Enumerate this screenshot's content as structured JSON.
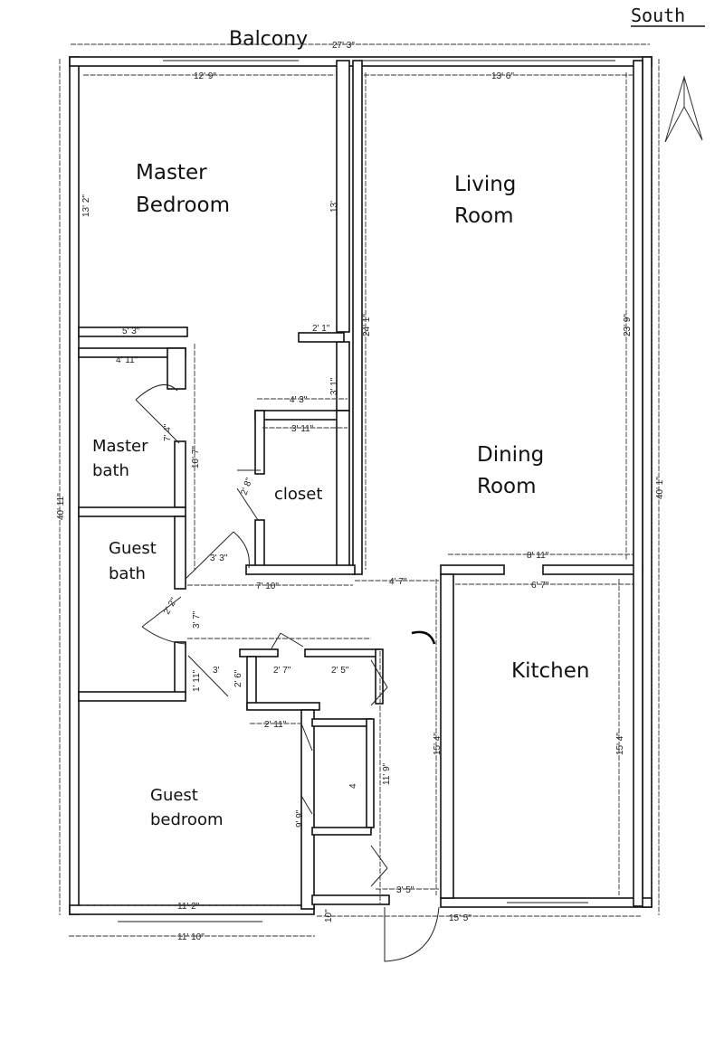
{
  "header": {
    "orientation_label": "South",
    "balcony_label": "Balcony"
  },
  "rooms": {
    "master_bedroom": [
      "Master",
      "Bedroom"
    ],
    "living_room": [
      "Living",
      "Room"
    ],
    "master_bath": [
      "Master",
      "bath"
    ],
    "guest_bath": [
      "Guest",
      "bath"
    ],
    "closet": "closet",
    "dining_room": [
      "Dining",
      "Room"
    ],
    "kitchen": "Kitchen",
    "guest_bedroom": [
      "Guest",
      "bedroom"
    ]
  },
  "dimensions": {
    "overall_width": "27' 3\"",
    "master_width": "12' 9\"",
    "living_width": "13' 6\"",
    "master_depth": "13' 2\"",
    "master_depth_right": "13'",
    "master_bottom": "5' 3\"",
    "hall_nook": "2' 1\"",
    "living_left": "24' 1\"",
    "living_right": "23' 9\"",
    "mbath_width": "4' 11\"",
    "mbath_door": "7' 4\"",
    "mbath_depth": "10' 7\"",
    "closet_gap": "3' 1\"",
    "closet_outer": "4' 3\"",
    "closet_inner": "3' 11\"",
    "closet_door": "2' 8\"",
    "hall_3_3": "3' 3\"",
    "hall_7_10": "7' 10\"",
    "hall_4_7": "4' 7\"",
    "dining_8_11": "8' 11\"",
    "kitchen_6_7": "6' 7\"",
    "overall_left": "40' 11\"",
    "overall_right": "40' 1\"",
    "gbath_door": "2' 2\"",
    "hall_3_7": "3' 7\"",
    "hall_3": "3'",
    "hall_1_11": "1' 11\"",
    "hall_2_6": "2' 6\"",
    "linen_2_7": "2' 7\"",
    "linen_2_5": "2' 5\"",
    "hall_2_11": "2' 11\"",
    "closets_11_9": "11' 9\"",
    "kitchen_left": "15' 4\"",
    "kitchen_right": "15' 4\"",
    "gbed_9_9": "9' 9\"",
    "entry_3_5": "3' 5\"",
    "gbed_11_2": "11' 2\"",
    "wall_10": "10\"",
    "kitchen_15_5": "15' 5\"",
    "gbed_11_10": "11' 10\"",
    "closet_4": "4"
  },
  "icons": {
    "north_arrow": "north-arrow-icon"
  }
}
